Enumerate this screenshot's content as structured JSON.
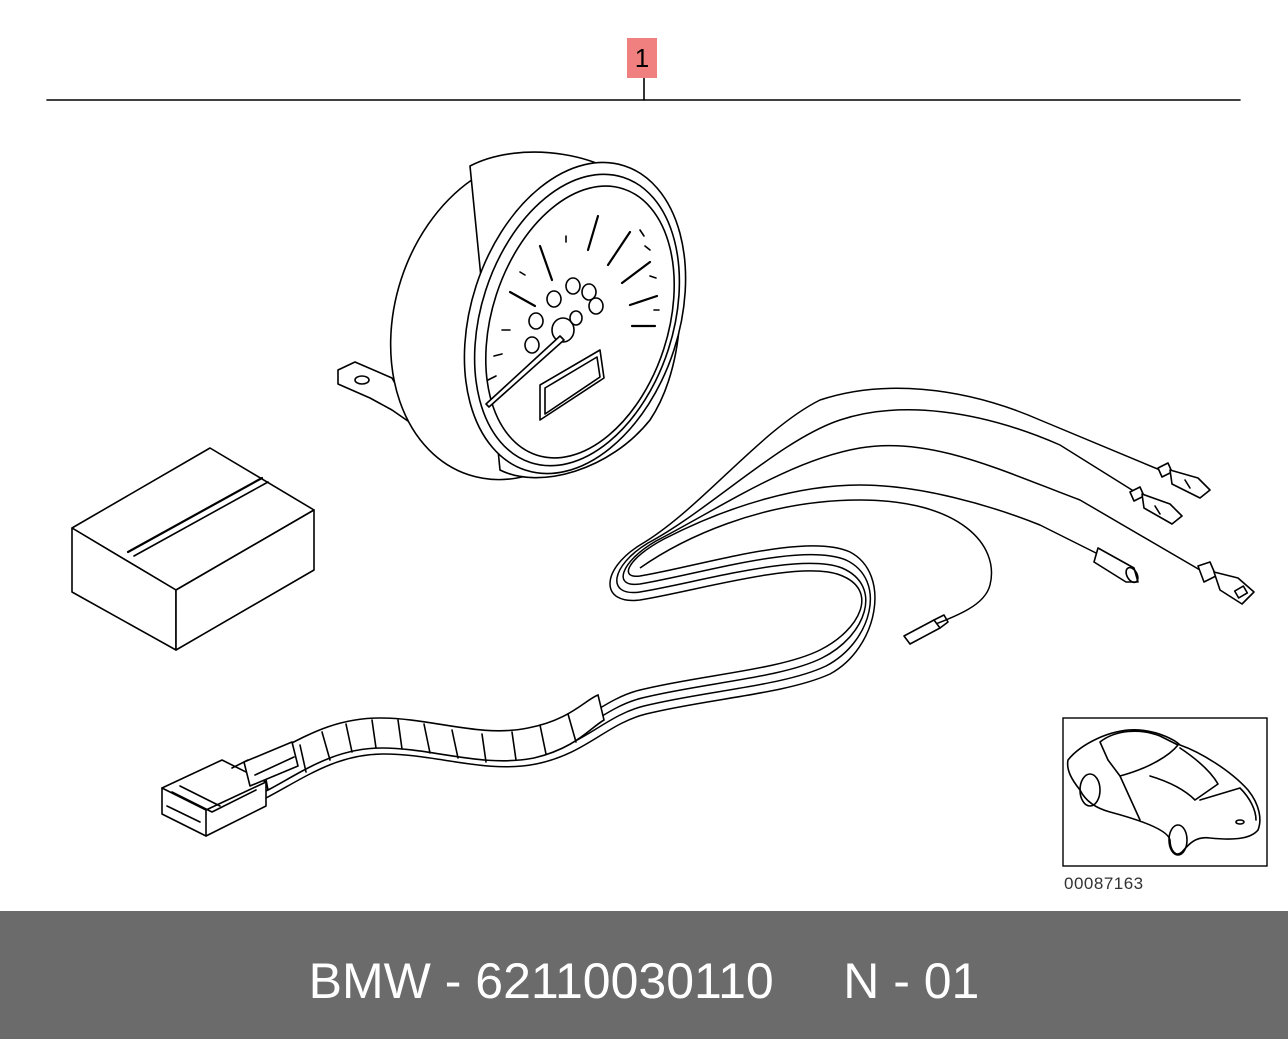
{
  "callout": {
    "number": "1"
  },
  "thumbnail": {
    "diagram_id": "00087163"
  },
  "footer": {
    "brand": "BMW",
    "separator": " - ",
    "part_number": "62110030110",
    "gap": "     ",
    "variant": "N - 01"
  },
  "colors": {
    "callout_background": "#f08080",
    "footer_background": "#6b6b6b",
    "footer_text": "#ffffff"
  }
}
